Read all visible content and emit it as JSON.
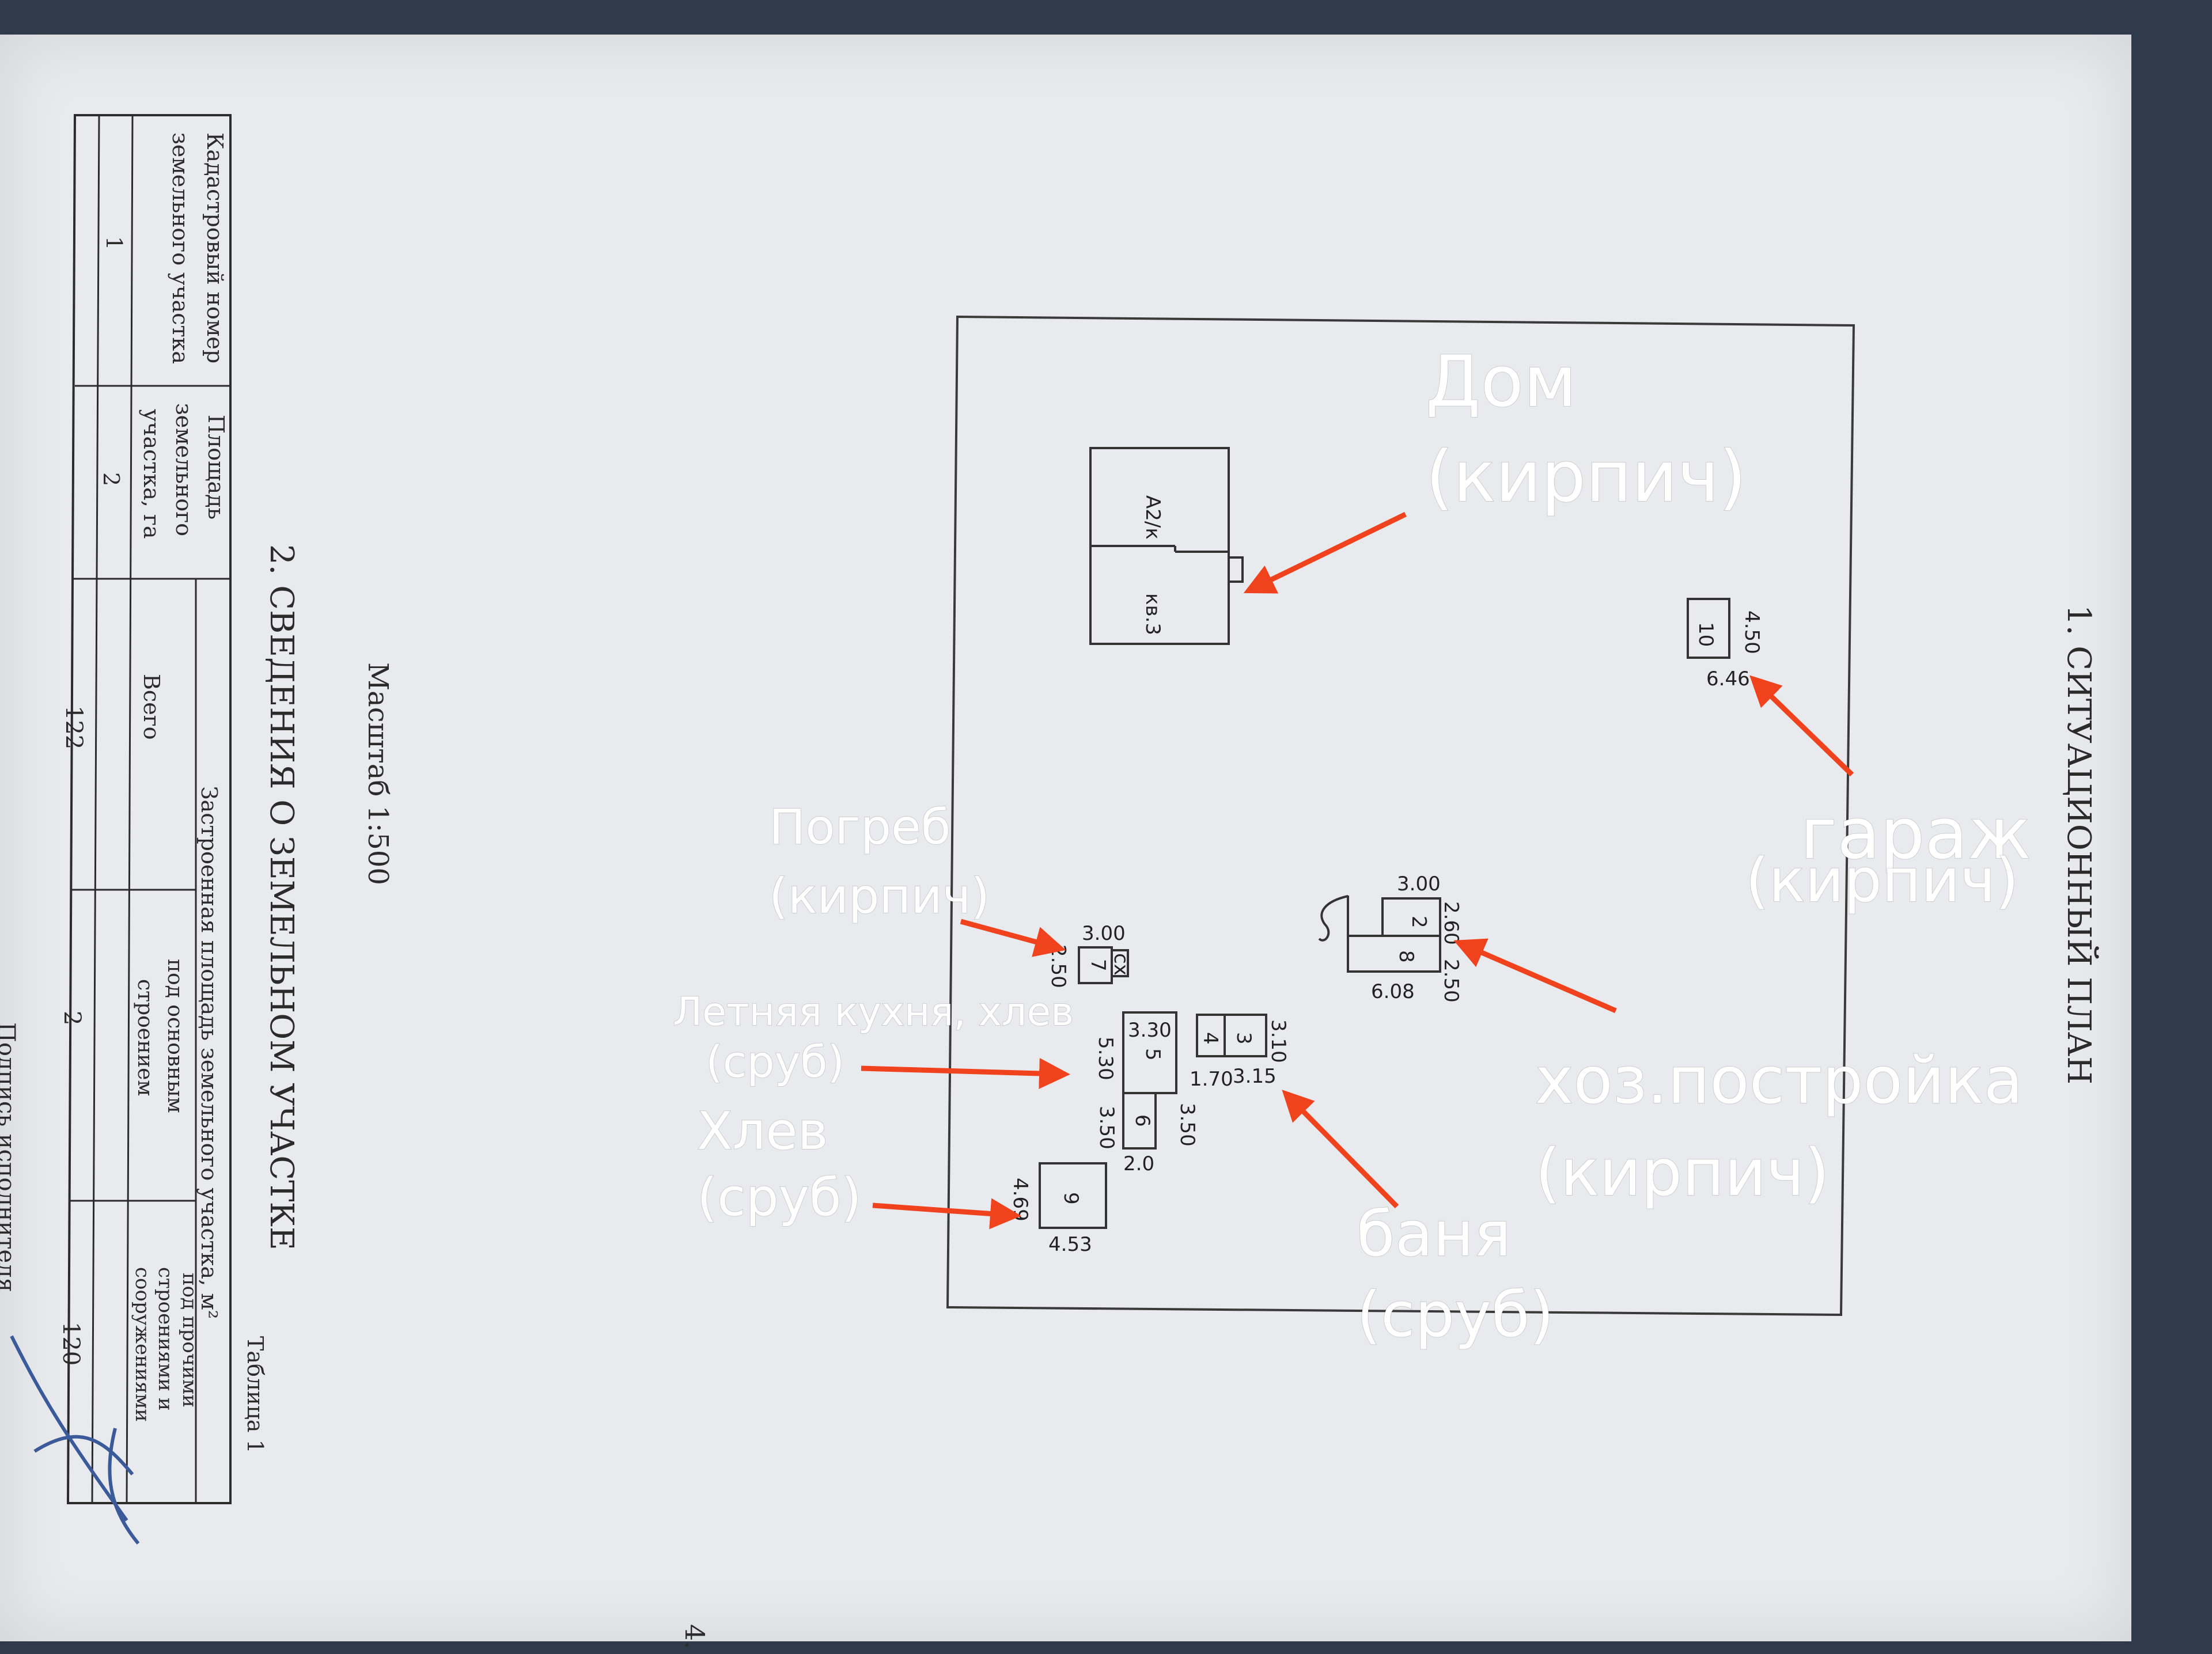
{
  "plan": {
    "title": "1. СИТУАЦИОННЫЙ ПЛАН",
    "scale": "Масштаб 1:500",
    "page_number": "4.",
    "buildings": [
      {
        "id": "house",
        "labels": [
          "А2/к",
          "кв.3"
        ]
      },
      {
        "id": "garage",
        "num": "10",
        "d1": "4.50",
        "d2": "6.46"
      },
      {
        "id": "shed",
        "nums": [
          "2",
          "8"
        ],
        "dims": [
          "3.00",
          "2.60",
          "2.50",
          "6.08"
        ]
      },
      {
        "id": "cellar",
        "nums": [
          "7",
          "сх"
        ],
        "dims": [
          "3.00",
          "2.50"
        ]
      },
      {
        "id": "kitchen",
        "nums": [
          "5",
          "6"
        ],
        "dims": [
          "3.30",
          "5.30",
          "3.50",
          "2.0"
        ]
      },
      {
        "id": "bath",
        "nums": [
          "3",
          "4"
        ],
        "dims": [
          "3.10",
          "1.70",
          "3.15",
          "3.50"
        ]
      },
      {
        "id": "barn",
        "num": "9",
        "dims": [
          "4.69",
          "4.53"
        ]
      }
    ]
  },
  "annotations": {
    "house": [
      "Дом",
      "(кирпич)"
    ],
    "garage": [
      "гараж",
      "(кирпич)"
    ],
    "cellar": [
      "Погреб",
      "(кирпич)"
    ],
    "kitchen": [
      "Летняя кухня, хлев",
      "(сруб)"
    ],
    "barn": [
      "Хлев",
      "(сруб)"
    ],
    "shed": [
      "хоз.постройка",
      "(кирпич)"
    ],
    "bath": [
      "баня",
      "(сруб)"
    ]
  },
  "section2": {
    "title": "2. СВЕДЕНИЯ О ЗЕМЕЛЬНОМ УЧАСТКЕ",
    "table_label": "Таблица 1",
    "headers": {
      "cadastral": [
        "Кадастровый номер",
        "земельного участка"
      ],
      "area": [
        "Площадь",
        "земельного",
        "участка, га"
      ],
      "built_group": "Застроенная площадь земельного участка, м²",
      "total": "Всего",
      "main": [
        "под основным",
        "строением"
      ],
      "other": [
        "под прочими",
        "строениями и",
        "сооружениями"
      ]
    },
    "col_numbers": [
      "1",
      "2"
    ],
    "values": {
      "total": "122",
      "main": "2",
      "other": "120"
    },
    "signature_label": "Подпись исполнителя"
  },
  "colors": {
    "annotation_text": "#ffffff",
    "arrow": "#f0421d",
    "paper": "#e9eaed",
    "background": "#2f3a4a"
  }
}
